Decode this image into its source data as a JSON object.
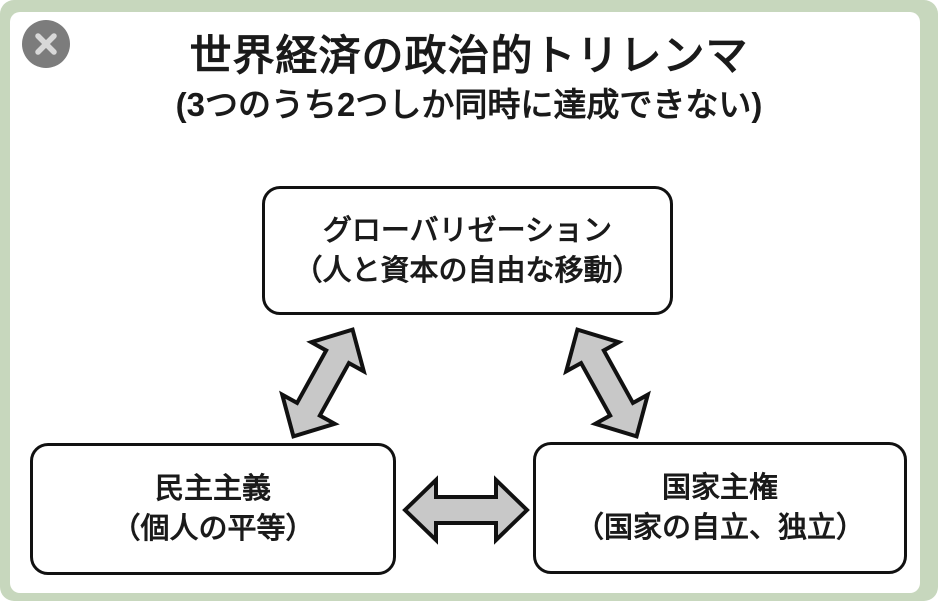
{
  "frame": {
    "background_color": "#c7d7bd",
    "card_color": "#ffffff"
  },
  "close_button": {
    "icon": "x-circle",
    "circle_color": "#7c7c7c",
    "glyph_color": "#d8d8d8"
  },
  "header": {
    "title": "世界経済の政治的トリレンマ",
    "subtitle": "(3つのうち2つしか同時に達成できない)"
  },
  "diagram": {
    "type": "trilemma-triangle",
    "arrow_fill": "#c8c8c8",
    "arrow_stroke": "#111111",
    "nodes": [
      {
        "id": "globalization",
        "label": "グローバリゼーション",
        "sublabel": "（人と資本の自由な移動）"
      },
      {
        "id": "democracy",
        "label": "民主主義",
        "sublabel": "（個人の平等）"
      },
      {
        "id": "sovereignty",
        "label": "国家主権",
        "sublabel": "（国家の自立、独立）"
      }
    ],
    "edges": [
      {
        "from": "globalization",
        "to": "democracy",
        "bidirectional": true
      },
      {
        "from": "globalization",
        "to": "sovereignty",
        "bidirectional": true
      },
      {
        "from": "democracy",
        "to": "sovereignty",
        "bidirectional": true
      }
    ]
  }
}
